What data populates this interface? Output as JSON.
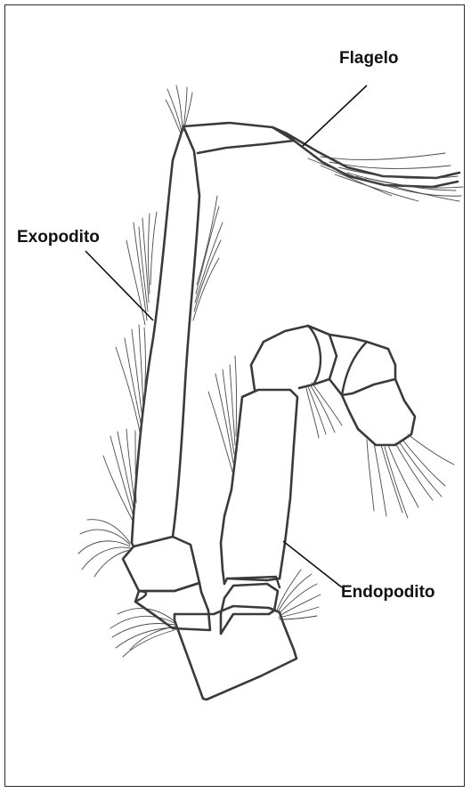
{
  "labels": {
    "flagelo": "Flagelo",
    "exopodito": "Exopodito",
    "endopodito": "Endopodito"
  },
  "colors": {
    "ink": "#3a3a3a",
    "text": "#111111",
    "background": "#ffffff",
    "frame": "#2a2a2a"
  }
}
